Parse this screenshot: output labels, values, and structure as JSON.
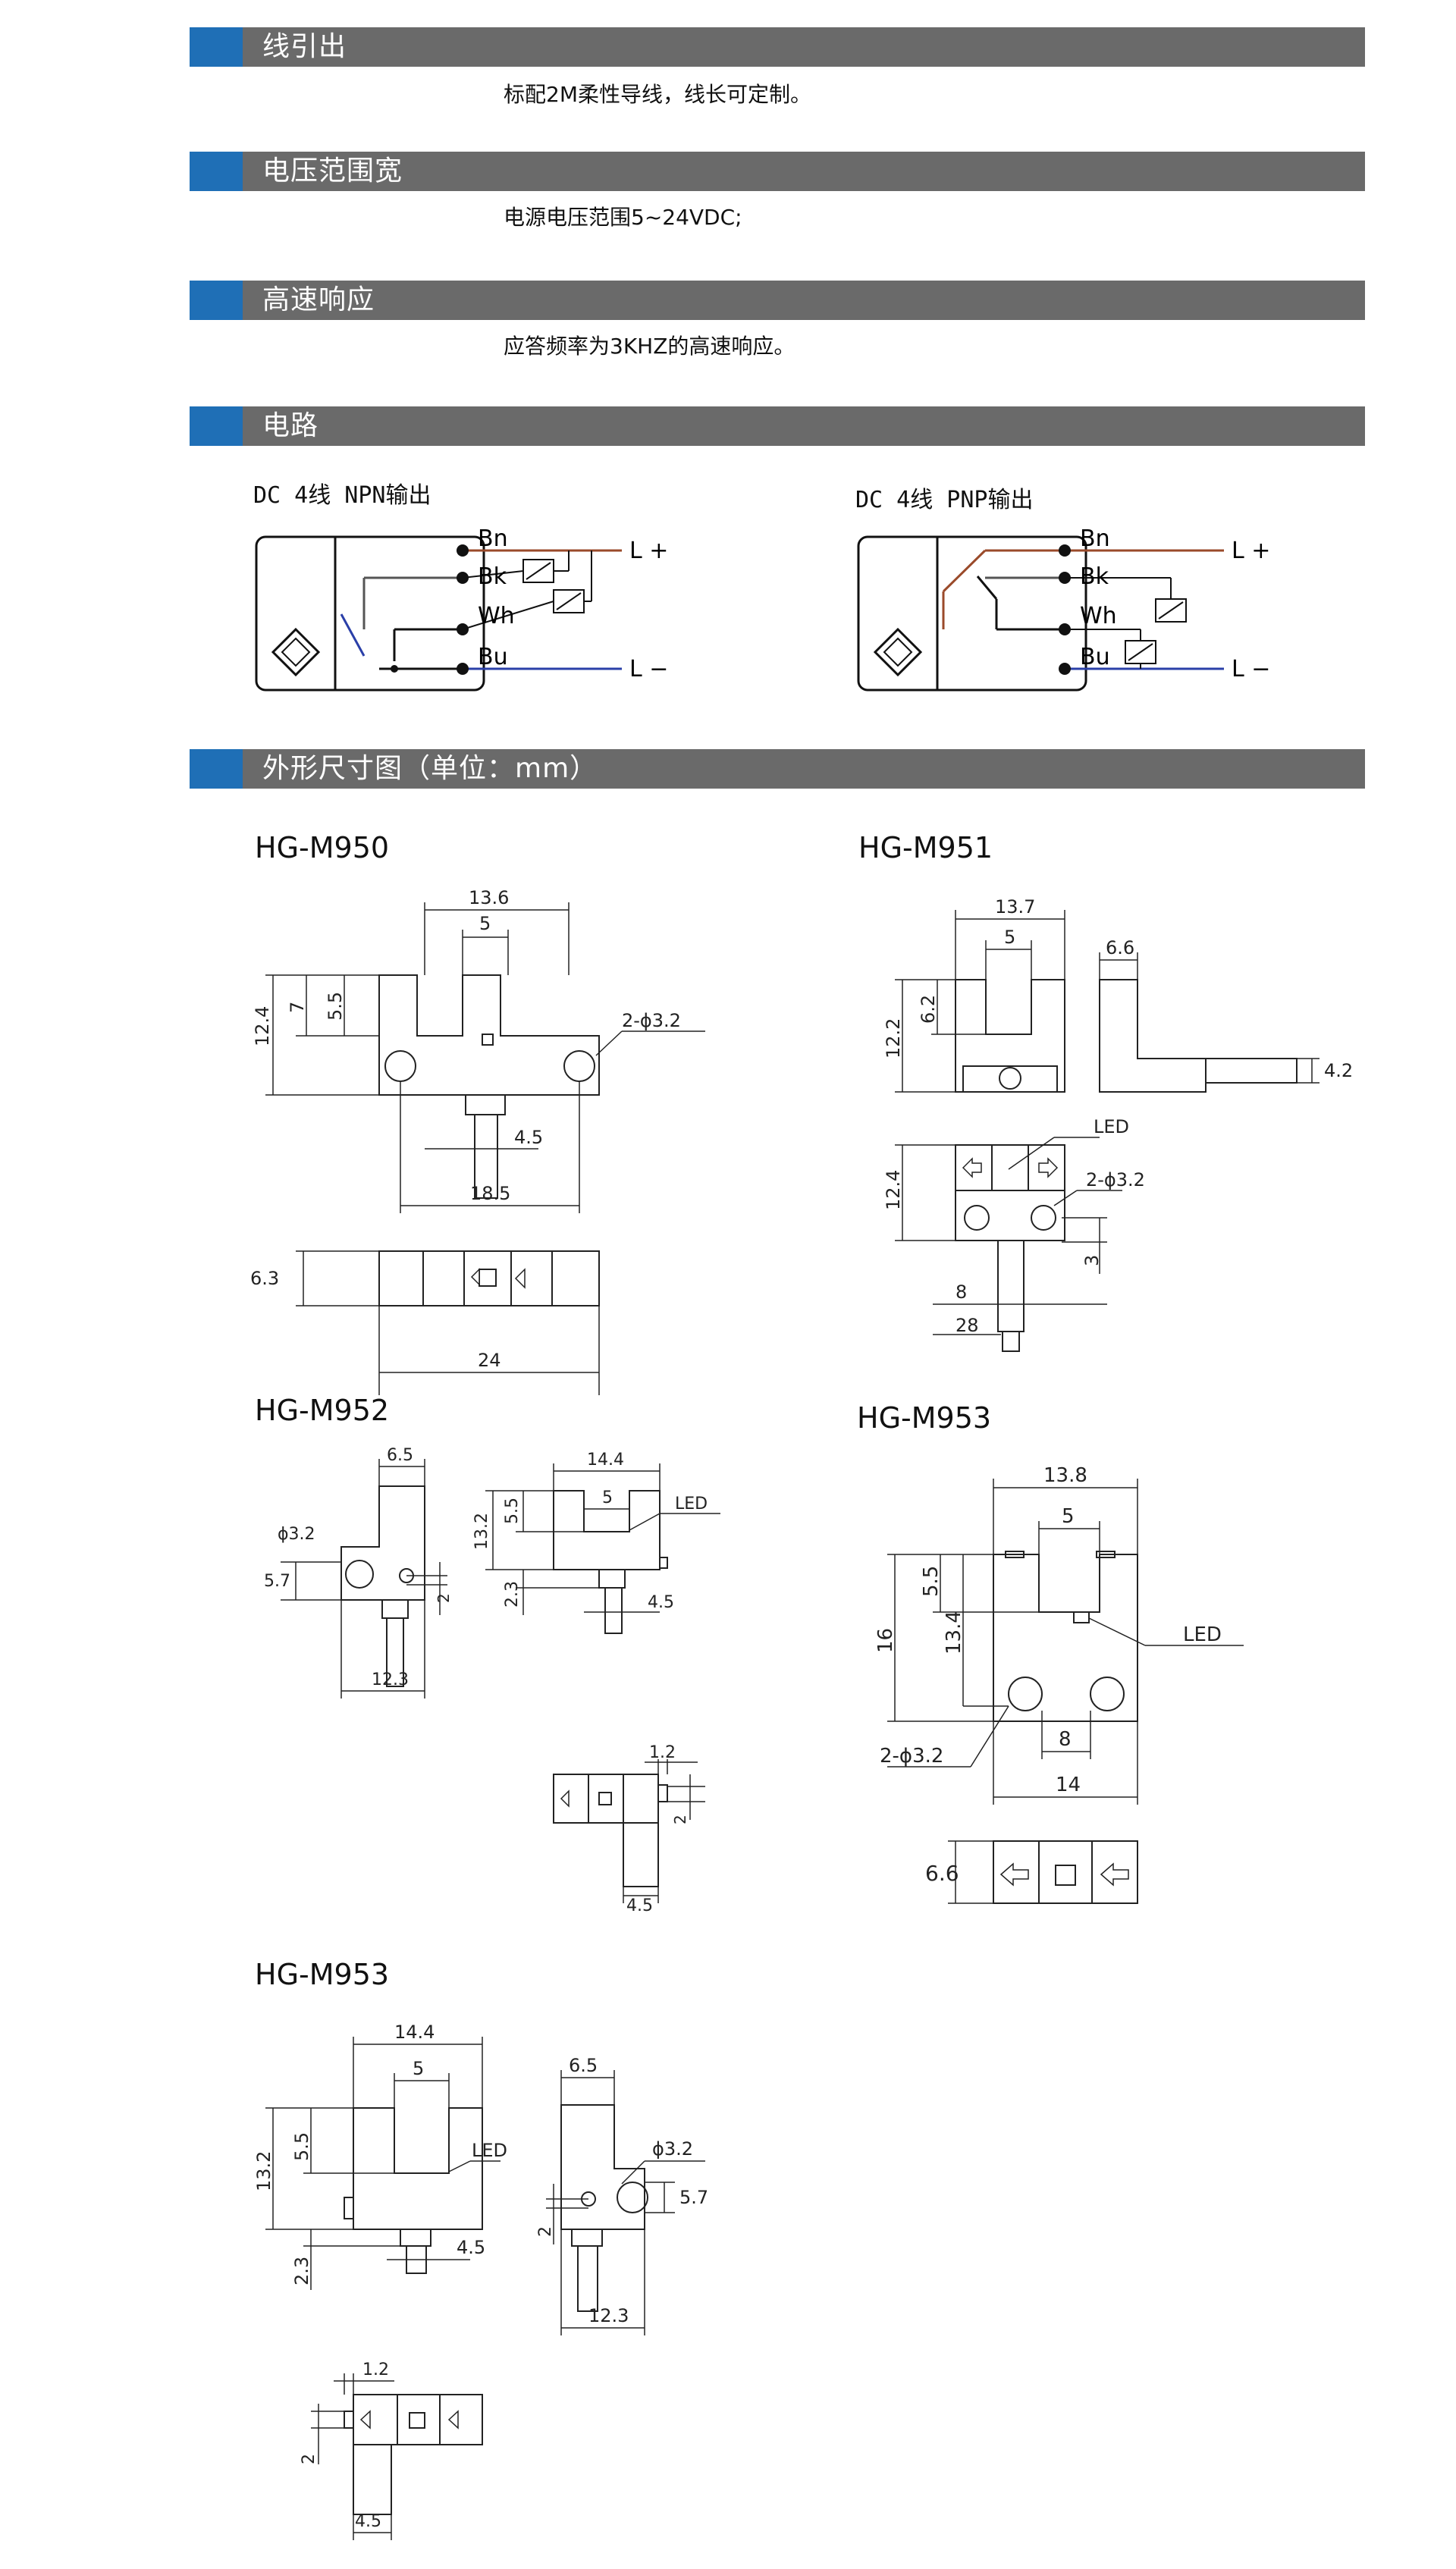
{
  "sections": {
    "wire": {
      "title": "线引出",
      "text": "标配2M柔性导线，线长可定制。"
    },
    "voltage": {
      "title": "电压范围宽",
      "text": "电源电压范围5~24VDC;"
    },
    "response": {
      "title": "高速响应",
      "text": "应答频率为3KHZ的高速响应。"
    },
    "circuit": {
      "title": "电路"
    },
    "dims": {
      "title": "外形尺寸图（单位：mm）"
    }
  },
  "circuits": {
    "npn": {
      "title": "DC 4线 NPN输出",
      "bn": "Bn",
      "bk": "Bk",
      "wh": "Wh",
      "bu": "Bu",
      "lplus": "L +",
      "lminus": "L −"
    },
    "pnp": {
      "title": "DC 4线 PNP输出",
      "bn": "Bn",
      "bk": "Bk",
      "wh": "Wh",
      "bu": "Bu",
      "lplus": "L +",
      "lminus": "L −"
    }
  },
  "models": {
    "m950": {
      "name": "HG-M950",
      "d1": "13.6",
      "d2": "5",
      "d3": "12.4",
      "d4": "7",
      "d5": "5.5",
      "hole": "2-ϕ3.2",
      "d6": "4.5",
      "d7": "18.5",
      "d8": "6.3",
      "d9": "24"
    },
    "m951": {
      "name": "HG-M951",
      "d1": "13.7",
      "d2": "5",
      "d3": "6.6",
      "d4": "12.2",
      "d5": "6.2",
      "d6": "4.2",
      "led": "LED",
      "hole": "2-ϕ3.2",
      "d7": "12.4",
      "d8": "3",
      "d9": "8",
      "d10": "28"
    },
    "m952": {
      "name": "HG-M952",
      "d1": "6.5",
      "hole": "ϕ3.2",
      "d2": "5.7",
      "d3": "2",
      "d4": "12.3",
      "d5": "14.4",
      "d6": "5",
      "d7": "13.2",
      "d8": "5.5",
      "led": "LED",
      "d9": "2.3",
      "d10": "4.5",
      "d11": "1.2",
      "d12": "2",
      "d13": "4.5"
    },
    "m953a": {
      "name": "HG-M953",
      "d1": "13.8",
      "d2": "5",
      "d3": "5.5",
      "d4": "16",
      "d5": "13.4",
      "led": "LED",
      "d6": "8",
      "hole": "2-ϕ3.2",
      "d7": "14",
      "d8": "6.6"
    },
    "m953b": {
      "name": "HG-M953",
      "d1": "14.4",
      "d2": "5",
      "d3": "13.2",
      "d4": "5.5",
      "led": "LED",
      "d5": "2.3",
      "d6": "4.5",
      "d7": "6.5",
      "hole": "ϕ3.2",
      "d8": "5.7",
      "d9": "2",
      "d10": "12.3",
      "d11": "1.2",
      "d12": "2",
      "d13": "4.5"
    }
  },
  "colors": {
    "bar": "#6a6a6a",
    "accent": "#1f6fb6",
    "brown": "#9a4a2a",
    "blue": "#2a3fa8"
  }
}
